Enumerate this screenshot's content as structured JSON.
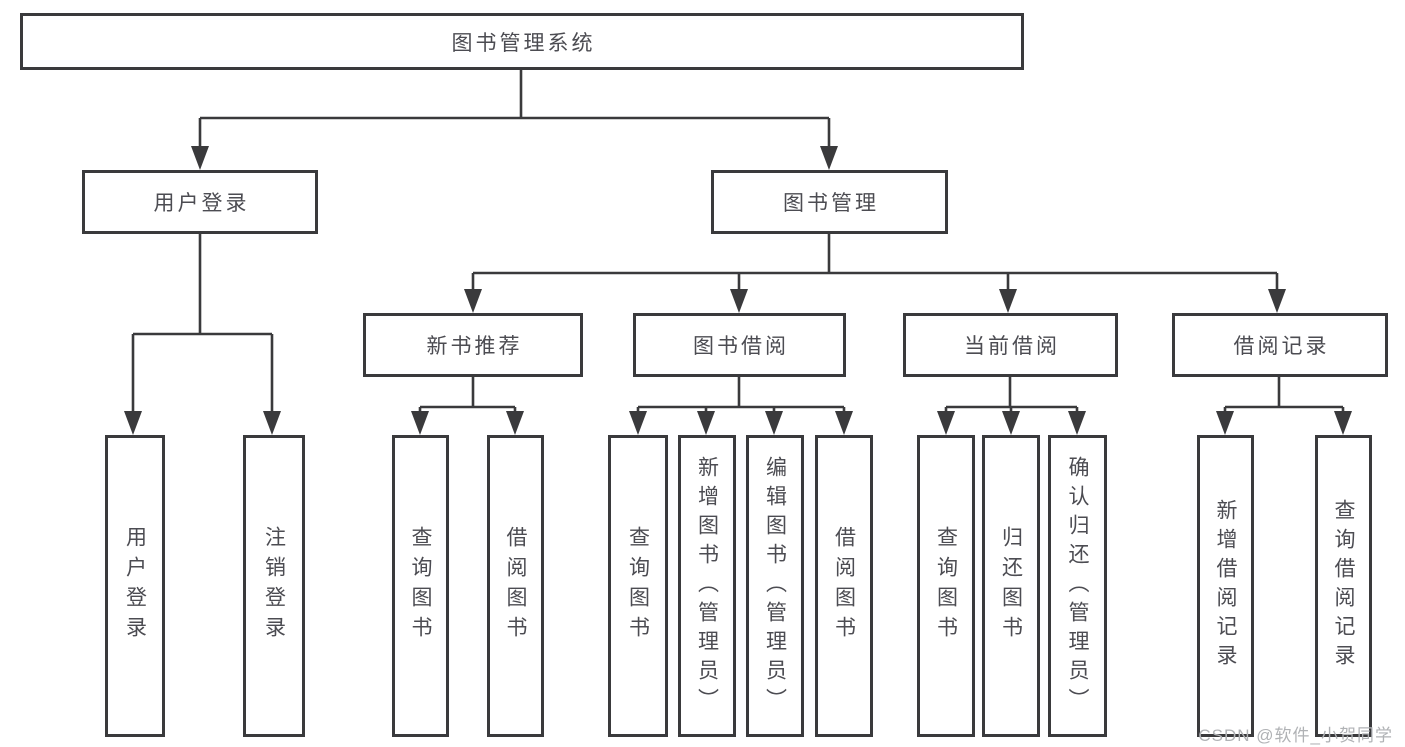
{
  "diagram": {
    "root": "图书管理系统",
    "user_login": {
      "label": "用户登录",
      "children": [
        "用户登录",
        "注销登录"
      ]
    },
    "book_mgmt": {
      "label": "图书管理",
      "sections": [
        {
          "label": "新书推荐",
          "children": [
            "查询图书",
            "借阅图书"
          ]
        },
        {
          "label": "图书借阅",
          "children": [
            "查询图书",
            "新增图书（管理员）",
            "编辑图书（管理员）",
            "借阅图书"
          ]
        },
        {
          "label": "当前借阅",
          "children": [
            "查询图书",
            "归还图书",
            "确认归还（管理员）"
          ]
        },
        {
          "label": "借阅记录",
          "children": [
            "新增借阅记录",
            "查询借阅记录"
          ]
        }
      ]
    }
  },
  "watermark": "CSDN @软件_小贺同学",
  "colors": {
    "line": "#3a3a3c",
    "text": "#4c4c52",
    "watermark": "#b0b2b5"
  }
}
